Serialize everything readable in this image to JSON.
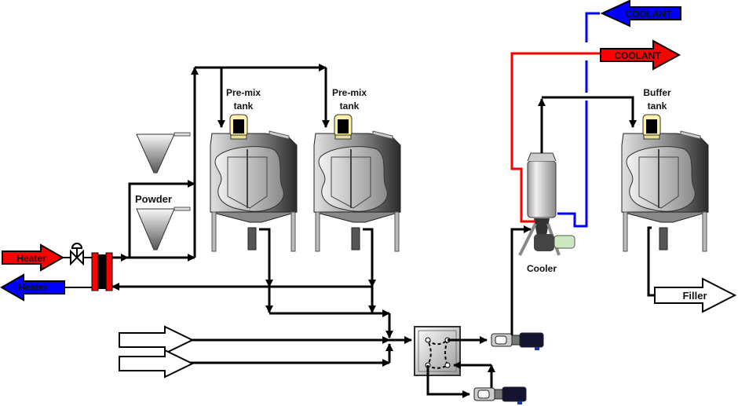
{
  "diagram": {
    "title": "Process flow diagram",
    "labels": {
      "powder": "Powder",
      "premix_tank_1": [
        "Pre-mix",
        "tank"
      ],
      "premix_tank_2": [
        "Pre-mix",
        "tank"
      ],
      "buffer_tank": [
        "Buffer",
        "tank"
      ],
      "cooler": "Cooler",
      "filler": "Filler",
      "heater_in": "Heater",
      "heater_out": "Heater",
      "coolant_out": "COOLANT",
      "coolant_in": "COOLANT",
      "input_1": "",
      "input_2": ""
    },
    "colors": {
      "hot": "#ff0000",
      "cold": "#0000ff",
      "pipe": "#000000",
      "motor": "#fff2a8",
      "hollow_arrow": "#ffffff"
    }
  }
}
